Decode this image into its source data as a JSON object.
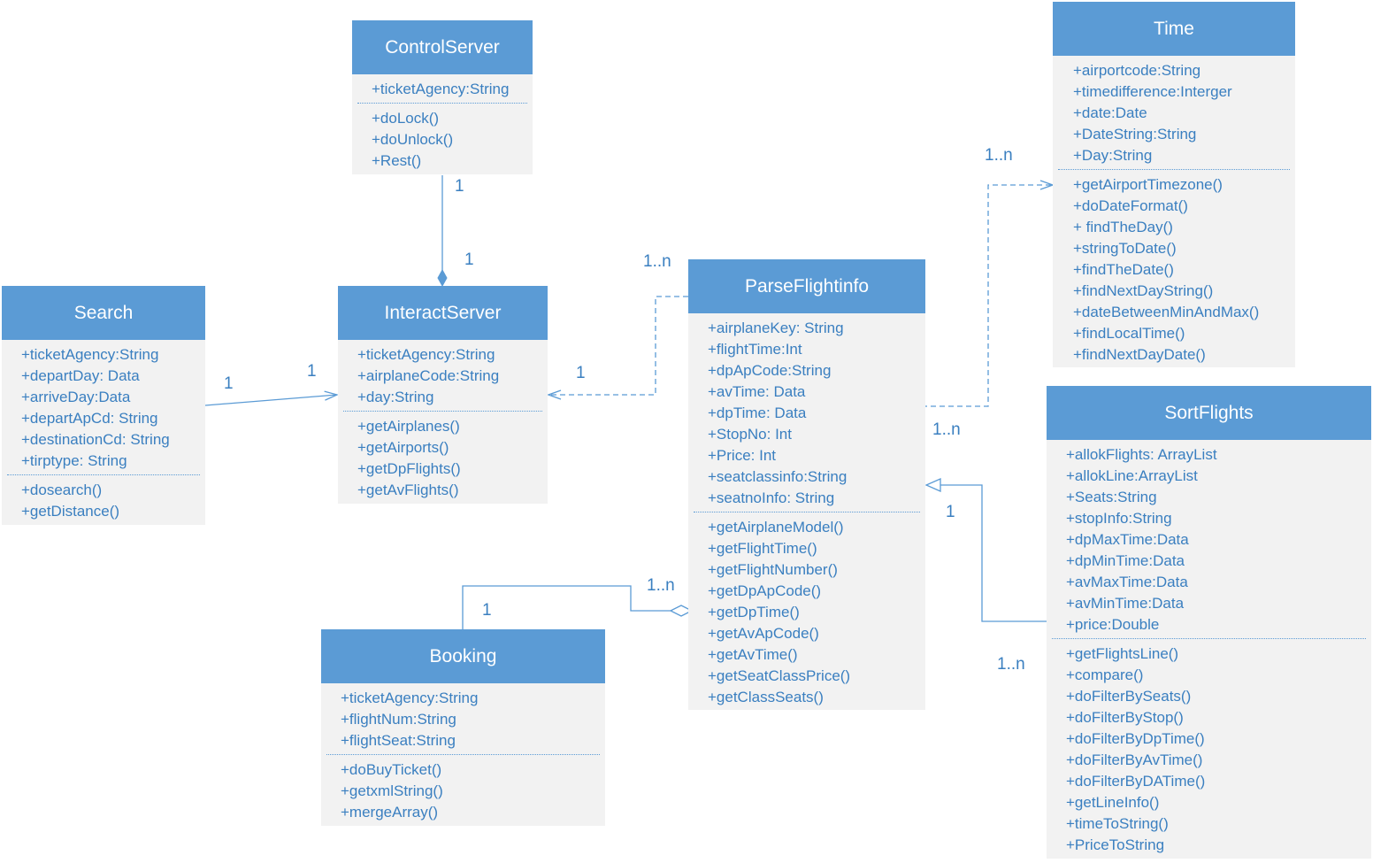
{
  "classes": [
    {
      "key": "controlserver",
      "name": "ControlServer",
      "attributes": [
        "+ticketAgency:String"
      ],
      "methods": [
        "+doLock()",
        "+doUnlock()",
        "+Rest()"
      ]
    },
    {
      "key": "time",
      "name": "Time",
      "attributes": [
        "+airportcode:String",
        "+timedifference:Interger",
        "+date:Date",
        "+DateString:String",
        "+Day:String"
      ],
      "methods": [
        "+getAirportTimezone()",
        "+doDateFormat()",
        "+ findTheDay()",
        "+stringToDate()",
        "+findTheDate()",
        "+findNextDayString()",
        "+dateBetweenMinAndMax()",
        "+findLocalTime()",
        "+findNextDayDate()"
      ]
    },
    {
      "key": "search",
      "name": "Search",
      "attributes": [
        "+ticketAgency:String",
        "+departDay: Data",
        "+arriveDay:Data",
        "+departApCd: String",
        "+destinationCd: String",
        "+tirptype: String"
      ],
      "methods": [
        "+dosearch()",
        "+getDistance()"
      ]
    },
    {
      "key": "interactserver",
      "name": "InteractServer",
      "attributes": [
        "+ticketAgency:String",
        "+airplaneCode:String",
        "+day:String"
      ],
      "methods": [
        "+getAirplanes()",
        "+getAirports()",
        "+getDpFlights()",
        "+getAvFlights()"
      ]
    },
    {
      "key": "parseflightinfo",
      "name": "ParseFlightinfo",
      "attributes": [
        "+airplaneKey: String",
        "+flightTime:Int",
        "+dpApCode:String",
        "+avTime: Data",
        "+dpTime: Data",
        "+StopNo: Int",
        "+Price: Int",
        "+seatclassinfo:String",
        "+seatnoInfo: String"
      ],
      "methods": [
        "+getAirplaneModel()",
        "+getFlightTime()",
        "+getFlightNumber()",
        "+getDpApCode()",
        "+getDpTime()",
        "+getAvApCode()",
        "+getAvTime()",
        "+getSeatClassPrice()",
        "+getClassSeats()"
      ]
    },
    {
      "key": "sortflights",
      "name": "SortFlights",
      "attributes": [
        "+allokFlights: ArrayList",
        "+allokLine:ArrayList",
        "+Seats:String",
        "+stopInfo:String",
        "+dpMaxTime:Data",
        "+dpMinTime:Data",
        "+avMaxTime:Data",
        "+avMinTime:Data",
        "+price:Double"
      ],
      "methods": [
        "+getFlightsLine()",
        "+compare()",
        "+doFilterBySeats()",
        "+doFilterByStop()",
        "+doFilterByDpTime()",
        "+doFilterByAvTime()",
        "+doFilterByDATime()",
        "+getLineInfo()",
        "+timeToString()",
        "+PriceToString"
      ]
    },
    {
      "key": "booking",
      "name": "Booking",
      "attributes": [
        "+ticketAgency:String",
        "+flightNum:String",
        "+flightSeat:String"
      ],
      "methods": [
        "+doBuyTicket()",
        "+getxmlString()",
        "+mergeArray()"
      ]
    }
  ],
  "multiplicities": {
    "control_below": "1",
    "interact_top": "1",
    "search_right": "1",
    "interact_left": "1",
    "parse_to_interact_src": "1..n",
    "interact_right": "1",
    "time_arrow": "1..n",
    "parse_right": "1..n",
    "sort_gen": "1",
    "sort_bottom": "1..n",
    "booking_top": "1",
    "parse_agg": "1..n"
  },
  "colors": {
    "header": "#5b9bd5",
    "body": "#f2f2f2",
    "text": "#3a7fc0",
    "line": "#5b9bd5"
  }
}
